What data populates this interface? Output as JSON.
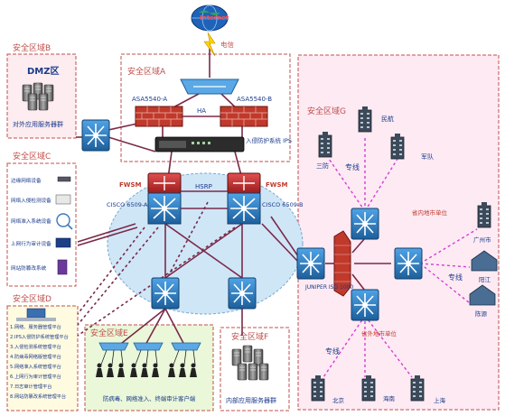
{
  "zones": {
    "a": "安全区域A",
    "b": "安全区域B",
    "c": "安全区域C",
    "d": "安全区域D",
    "e": "安全区域E",
    "f": "安全区域F",
    "g": "安全区域G"
  },
  "labels": {
    "internet": "Internet",
    "telecom": "电信",
    "asa_a": "ASA5540-A",
    "asa_b": "ASA5540-B",
    "ha": "HA",
    "ips": "入侵防护系统 IPS",
    "dmz": "DMZ区",
    "dmz_servers": "对外应用服务器群",
    "fwsm_left": "FWSM",
    "fwsm_right": "FWSM",
    "hsrp": "HSRP",
    "cisco_a": "CISCO 6509-A",
    "cisco_b": "CISCO 6509-B",
    "juniper": "JUNIPER ISG 1000",
    "e_clients": "防病毒、网络准入、终端审计客户端",
    "f_servers": "内部应用服务器群",
    "zhuanxian": "专线"
  },
  "zone_c_items": [
    "边缘网络设备",
    "网络入侵检测设备",
    "网络准入系统设备",
    "上网行为审计设备",
    "网站防篡改系统"
  ],
  "zone_d_items": [
    "1.网络、服务器管理平台",
    "2.IPS入侵防护系统管理平台",
    "3.入侵检测系统管理平台",
    "4.防病毒网络版管理平台",
    "5.网络准入系统管理平台",
    "6.上网行为审计管理平台",
    "7.日志审计管理平台",
    "8.网站防篡改系统管理平台"
  ],
  "sites": {
    "minzheng": "民航",
    "sanfang": "三防",
    "junfen": "军队",
    "prov_top": "省内地市单位",
    "guangzhou": "广州市",
    "yangjiang": "阳江",
    "jinshan": "陈源",
    "prov_bottom": "省外地市单位",
    "beijing": "北京",
    "hainan": "海南",
    "shanghai": "上海"
  },
  "colors": {
    "zone_border": "#c0504d",
    "zone_g_fill": "#fdeaf3",
    "zone_e_fill": "#eaf7d8",
    "zone_d_fill": "#fffbe0",
    "cloud_fill": "#cfe6f7",
    "link": "#7a2a4a",
    "dotted": "#d63cd6",
    "switch_blue": "#2e7fc8",
    "firewall_red": "#c0392b"
  }
}
